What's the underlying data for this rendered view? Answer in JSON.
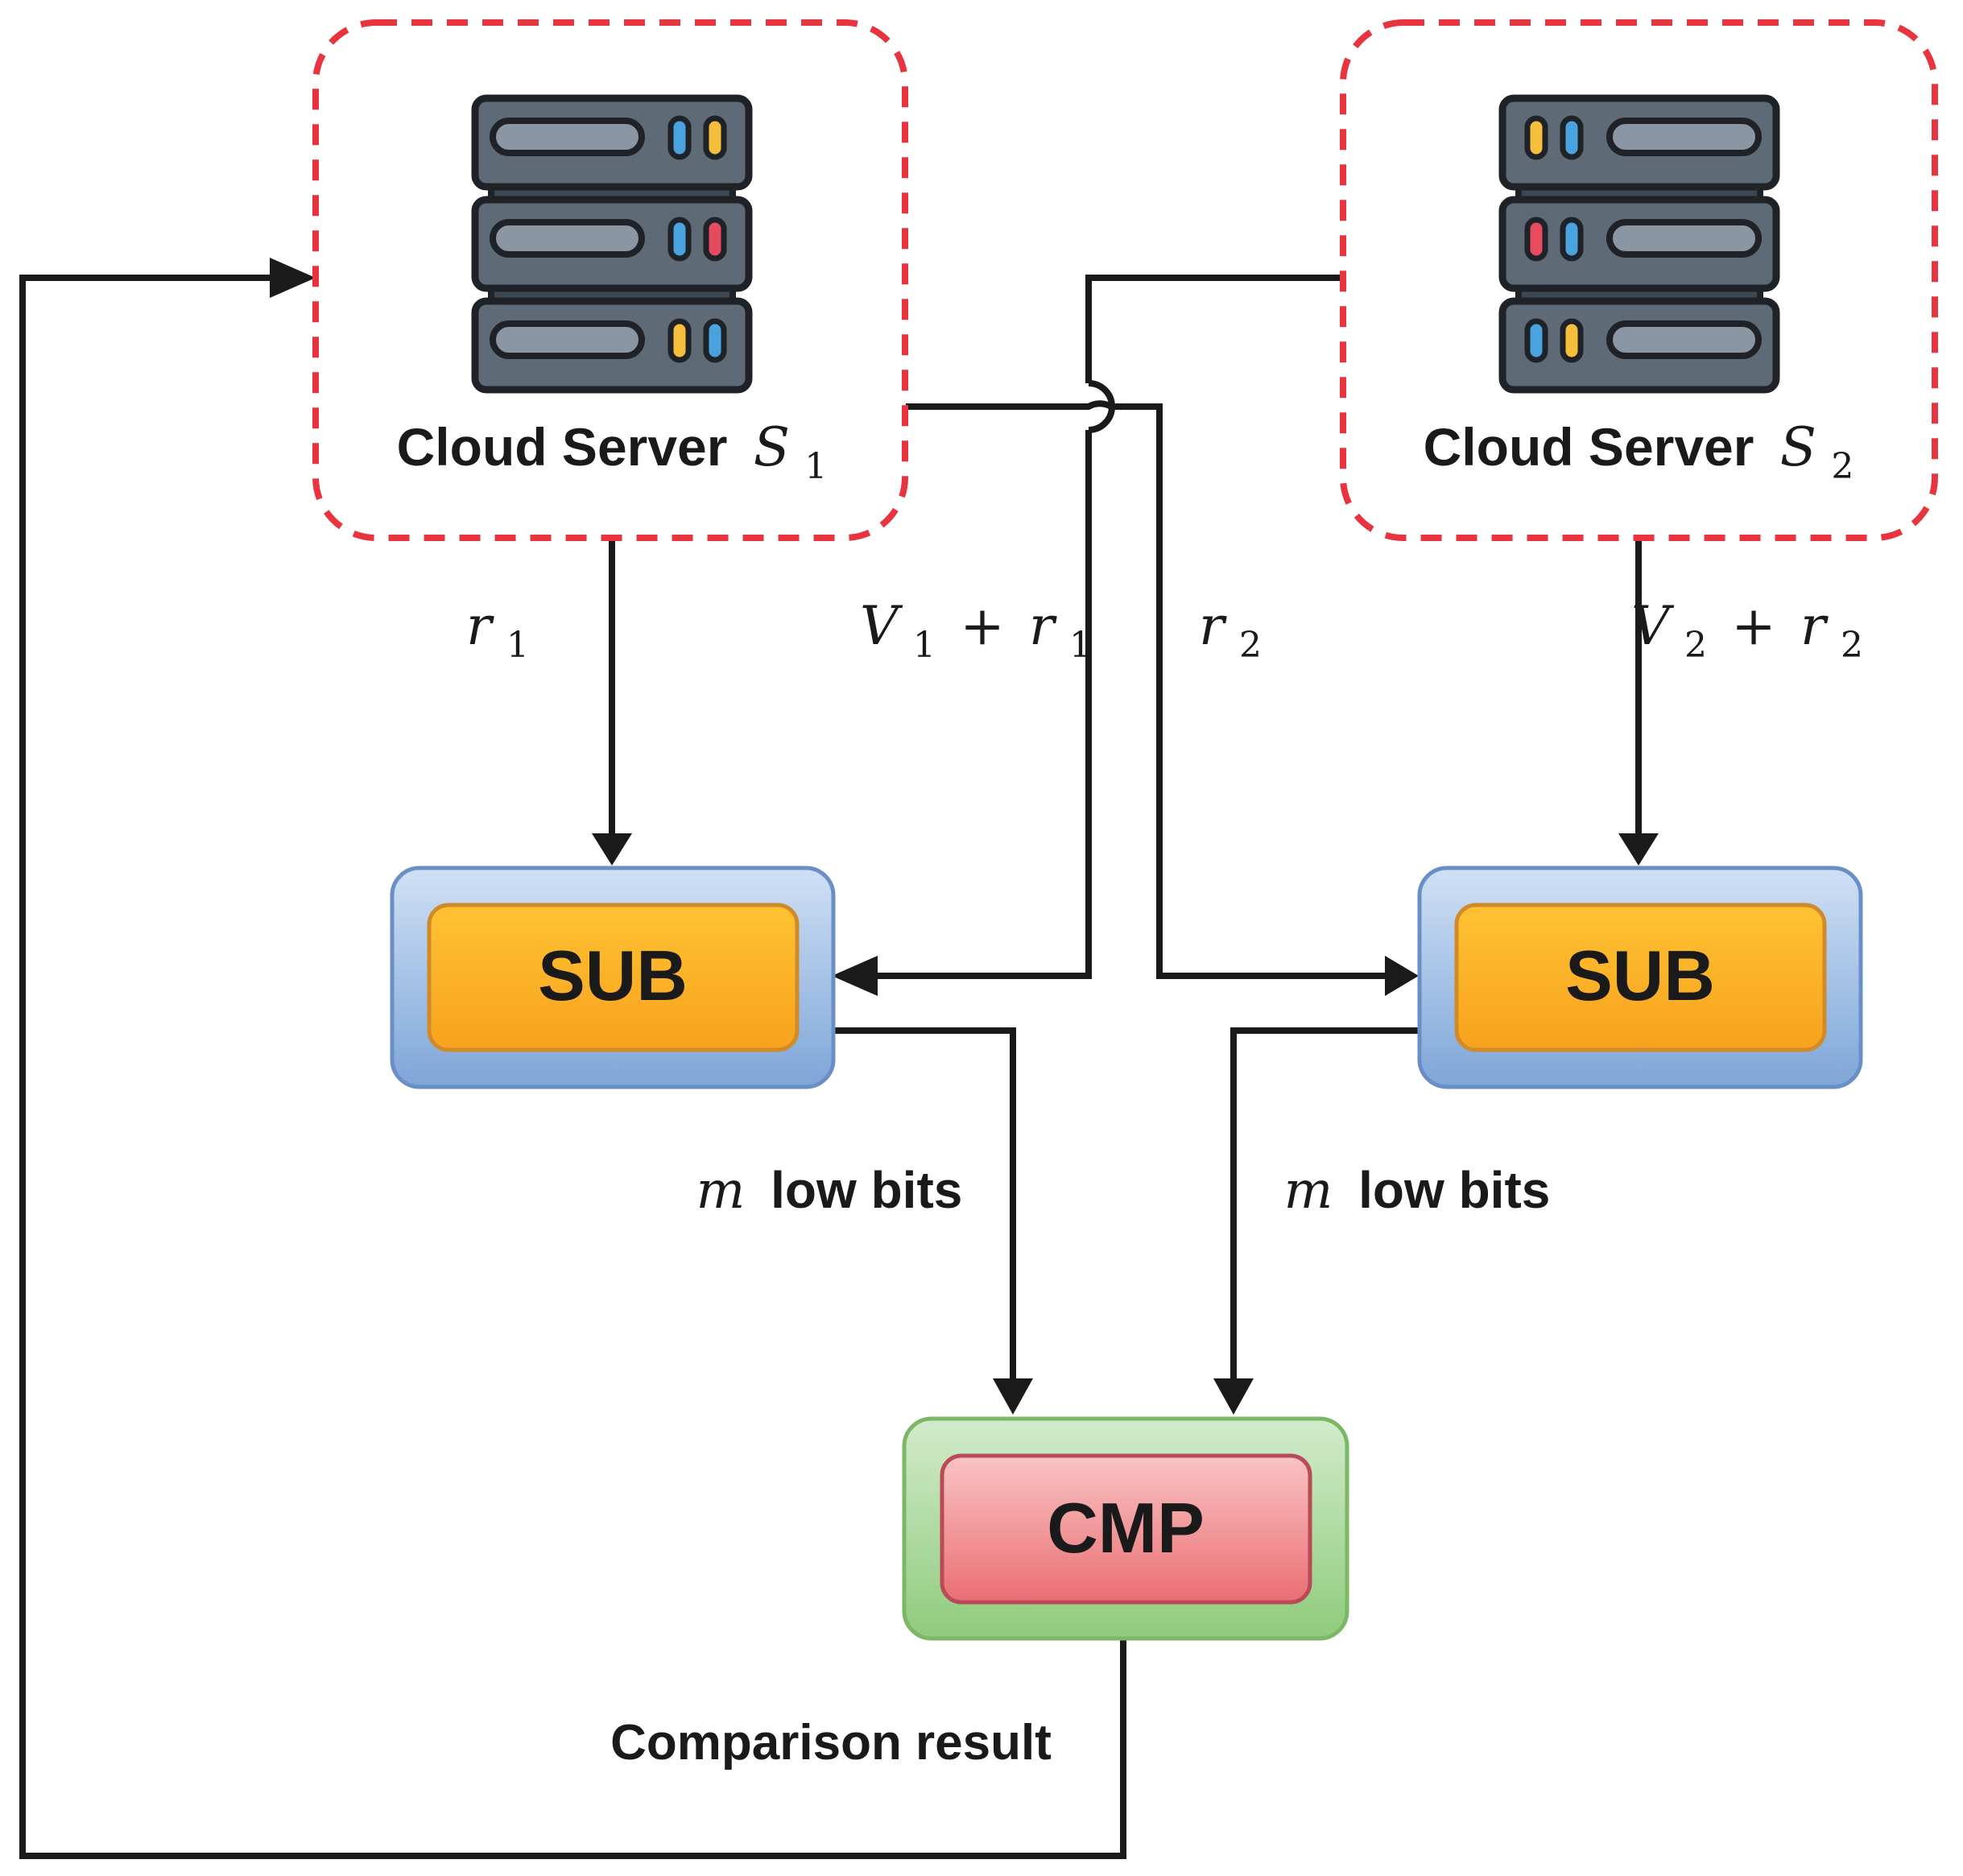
{
  "nodes": {
    "server1": {
      "label": "Cloud Server",
      "math_var": "S",
      "math_sub": "1"
    },
    "server2": {
      "label": "Cloud Server",
      "math_var": "S",
      "math_sub": "2"
    },
    "sub1": {
      "label": "SUB"
    },
    "sub2": {
      "label": "SUB"
    },
    "cmp": {
      "label": "CMP"
    }
  },
  "edges": {
    "r1": {
      "var": "r",
      "sub": "1"
    },
    "v1r1": {
      "var_a": "V",
      "sub_a": "1",
      "op": "+",
      "var_b": "r",
      "sub_b": "1"
    },
    "r2": {
      "var": "r",
      "sub": "2"
    },
    "v2r2": {
      "var_a": "V",
      "sub_a": "2",
      "op": "+",
      "var_b": "r",
      "sub_b": "2"
    },
    "low_bits_left": {
      "var": "m",
      "text": "low bits"
    },
    "low_bits_right": {
      "var": "m",
      "text": "low bits"
    },
    "comparison": {
      "text": "Comparison result"
    }
  },
  "colors": {
    "server_border": "#e8343f",
    "line": "#1a1a1a",
    "sub_outer_top": "#cfe0f5",
    "sub_outer_bottom": "#7ea6d8",
    "sub_outer_border": "#6a8fc7",
    "sub_inner_top": "#ffc233",
    "sub_inner_bottom": "#f7a21d",
    "sub_inner_border": "#d08a2a",
    "cmp_outer_top": "#d2ebcb",
    "cmp_outer_bottom": "#8fcb7c",
    "cmp_outer_border": "#7bb866",
    "cmp_inner_top": "#f9c4c4",
    "cmp_inner_bottom": "#ea6e73",
    "cmp_inner_border": "#b84b55",
    "server_body": "#5e6b77",
    "server_outline": "#1f2328",
    "led_blue": "#4aa3df",
    "led_yellow": "#f5bf3c",
    "led_red": "#e84a5f"
  },
  "icons": {
    "server1": "server-rack-icon",
    "server2": "server-rack-icon"
  }
}
